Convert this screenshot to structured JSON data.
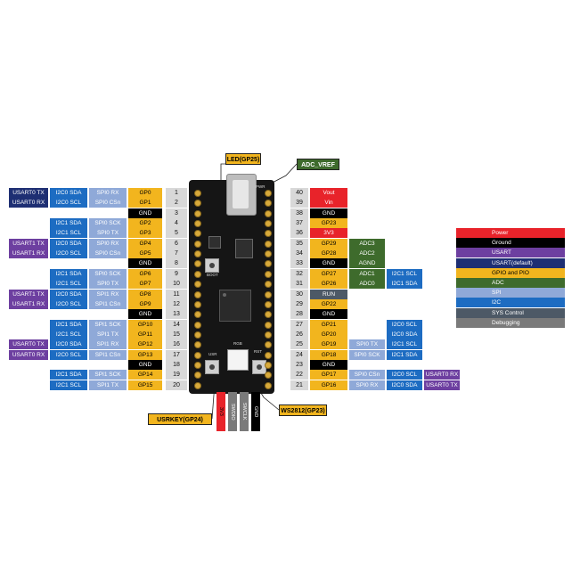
{
  "callouts": {
    "led": "LED(GP25)",
    "adc_vref": "ADC_VREF",
    "usrkey": "USRKEY(GP24)",
    "ws2812": "WS2812(GP23)"
  },
  "board_text": {
    "boot": "BOOT",
    "rst": "RST",
    "usr": "USR",
    "rgb": "RGB",
    "pwr": "PWR"
  },
  "bottom_pins": [
    "3V3",
    "SWDIO",
    "SWCLK",
    "GND"
  ],
  "legend": [
    {
      "label": "Power",
      "color": "#e8232a",
      "text_color": "#ffffff"
    },
    {
      "label": "Ground",
      "color": "#000000",
      "text_color": "#ffffff"
    },
    {
      "label": "USART",
      "color": "#6d3fa0",
      "text_color": "#ffffff"
    },
    {
      "label": "USART(default)",
      "color": "#1e2f73",
      "text_color": "#ffffff"
    },
    {
      "label": "GPIO and PIO",
      "color": "#f2b51e",
      "text_color": "#000000"
    },
    {
      "label": "ADC",
      "color": "#3e6b2c",
      "text_color": "#ffffff"
    },
    {
      "label": "SPI",
      "color": "#8fa9d8",
      "text_color": "#ffffff"
    },
    {
      "label": "I2C",
      "color": "#1d6cc2",
      "text_color": "#ffffff"
    },
    {
      "label": "SYS Control",
      "color": "#4d5966",
      "text_color": "#ffffff"
    },
    {
      "label": "Debugging",
      "color": "#7a7a7a",
      "text_color": "#ffffff"
    }
  ],
  "left_rows": [
    {
      "num": "1",
      "gp": "GP0",
      "spi": "SPI0 RX",
      "i2c": "I2C0 SDA",
      "uart": "USART0 TX",
      "uart_kind": "default"
    },
    {
      "num": "2",
      "gp": "GP1",
      "spi": "SPI0 CSn",
      "i2c": "I2C0 SCL",
      "uart": "USART0 RX",
      "uart_kind": "default"
    },
    {
      "num": "3",
      "gp": "GND",
      "spi": "",
      "i2c": "",
      "uart": "",
      "uart_kind": ""
    },
    {
      "num": "4",
      "gp": "GP2",
      "spi": "SPI0 SCK",
      "i2c": "I2C1 SDA",
      "uart": "",
      "uart_kind": ""
    },
    {
      "num": "5",
      "gp": "GP3",
      "spi": "SPI0 TX",
      "i2c": "I2C1 SCL",
      "uart": "",
      "uart_kind": ""
    },
    {
      "num": "6",
      "gp": "GP4",
      "spi": "SPI0 RX",
      "i2c": "I2C0 SDA",
      "uart": "USART1 TX",
      "uart_kind": "usart"
    },
    {
      "num": "7",
      "gp": "GP5",
      "spi": "SPI0 CSn",
      "i2c": "I2C0 SCL",
      "uart": "USART1 RX",
      "uart_kind": "usart"
    },
    {
      "num": "8",
      "gp": "GND",
      "spi": "",
      "i2c": "",
      "uart": "",
      "uart_kind": ""
    },
    {
      "num": "9",
      "gp": "GP6",
      "spi": "SPI0 SCK",
      "i2c": "I2C1 SDA",
      "uart": "",
      "uart_kind": ""
    },
    {
      "num": "10",
      "gp": "GP7",
      "spi": "SPI0 TX",
      "i2c": "I2C1 SCL",
      "uart": "",
      "uart_kind": ""
    },
    {
      "num": "11",
      "gp": "GP8",
      "spi": "SPI1 RX",
      "i2c": "I2C0 SDA",
      "uart": "USART1 TX",
      "uart_kind": "usart"
    },
    {
      "num": "12",
      "gp": "GP9",
      "spi": "SPI1 CSn",
      "i2c": "I2C0 SCL",
      "uart": "USART1 RX",
      "uart_kind": "usart"
    },
    {
      "num": "13",
      "gp": "GND",
      "spi": "",
      "i2c": "",
      "uart": "",
      "uart_kind": ""
    },
    {
      "num": "14",
      "gp": "GP10",
      "spi": "SPI1 SCK",
      "i2c": "I2C1 SDA",
      "uart": "",
      "uart_kind": ""
    },
    {
      "num": "15",
      "gp": "GP11",
      "spi": "SPI1 TX",
      "i2c": "I2C1 SCL",
      "uart": "",
      "uart_kind": ""
    },
    {
      "num": "16",
      "gp": "GP12",
      "spi": "SPI1 RX",
      "i2c": "I2C0 SDA",
      "uart": "USART0 TX",
      "uart_kind": "usart"
    },
    {
      "num": "17",
      "gp": "GP13",
      "spi": "SPI1 CSn",
      "i2c": "I2C0 SCL",
      "uart": "USART0 RX",
      "uart_kind": "usart"
    },
    {
      "num": "18",
      "gp": "GND",
      "spi": "",
      "i2c": "",
      "uart": "",
      "uart_kind": ""
    },
    {
      "num": "19",
      "gp": "GP14",
      "spi": "SPI1 SCK",
      "i2c": "I2C1 SDA",
      "uart": "",
      "uart_kind": ""
    },
    {
      "num": "20",
      "gp": "GP15",
      "spi": "SPI1 TX",
      "i2c": "I2C1 SCL",
      "uart": "",
      "uart_kind": ""
    }
  ],
  "right_rows": [
    {
      "num": "40",
      "name": "Vout",
      "kind": "power",
      "adc": "",
      "spi": "",
      "i2c": "",
      "uart": ""
    },
    {
      "num": "39",
      "name": "Vin",
      "kind": "power",
      "adc": "",
      "spi": "",
      "i2c": "",
      "uart": ""
    },
    {
      "num": "38",
      "name": "GND",
      "kind": "ground",
      "adc": "",
      "spi": "",
      "i2c": "",
      "uart": ""
    },
    {
      "num": "37",
      "name": "GP23",
      "kind": "gpio",
      "adc": "",
      "spi": "",
      "i2c": "",
      "uart": ""
    },
    {
      "num": "36",
      "name": "3V3",
      "kind": "power",
      "adc": "",
      "spi": "",
      "i2c": "",
      "uart": ""
    },
    {
      "num": "35",
      "name": "GP29",
      "kind": "gpio",
      "adc": "ADC3",
      "spi": "",
      "i2c": "",
      "uart": ""
    },
    {
      "num": "34",
      "name": "GP28",
      "kind": "gpio",
      "adc": "ADC2",
      "spi": "",
      "i2c": "",
      "uart": ""
    },
    {
      "num": "33",
      "name": "GND",
      "kind": "ground",
      "adc": "AGND",
      "spi": "",
      "i2c": "",
      "uart": ""
    },
    {
      "num": "32",
      "name": "GP27",
      "kind": "gpio",
      "adc": "ADC1",
      "spi": "",
      "i2c": "I2C1 SCL",
      "uart": ""
    },
    {
      "num": "31",
      "name": "GP26",
      "kind": "gpio",
      "adc": "ADC0",
      "spi": "",
      "i2c": "I2C1 SDA",
      "uart": ""
    },
    {
      "num": "30",
      "name": "RUN",
      "kind": "sys",
      "adc": "",
      "spi": "",
      "i2c": "",
      "uart": ""
    },
    {
      "num": "29",
      "name": "GP22",
      "kind": "gpio",
      "adc": "",
      "spi": "",
      "i2c": "",
      "uart": ""
    },
    {
      "num": "28",
      "name": "GND",
      "kind": "ground",
      "adc": "",
      "spi": "",
      "i2c": "",
      "uart": ""
    },
    {
      "num": "27",
      "name": "GP21",
      "kind": "gpio",
      "adc": "",
      "spi": "",
      "i2c": "I2C0 SCL",
      "uart": ""
    },
    {
      "num": "26",
      "name": "GP20",
      "kind": "gpio",
      "adc": "",
      "spi": "",
      "i2c": "I2C0 SDA",
      "uart": ""
    },
    {
      "num": "25",
      "name": "GP19",
      "kind": "gpio",
      "adc": "",
      "spi": "SPI0 TX",
      "i2c": "I2C1 SCL",
      "uart": ""
    },
    {
      "num": "24",
      "name": "GP18",
      "kind": "gpio",
      "adc": "",
      "spi": "SPI0 SCK",
      "i2c": "I2C1 SDA",
      "uart": ""
    },
    {
      "num": "23",
      "name": "GND",
      "kind": "ground",
      "adc": "",
      "spi": "",
      "i2c": "",
      "uart": ""
    },
    {
      "num": "22",
      "name": "GP17",
      "kind": "gpio",
      "adc": "",
      "spi": "SPI0 CSn",
      "i2c": "I2C0 SCL",
      "uart": "USART0 RX"
    },
    {
      "num": "21",
      "name": "GP16",
      "kind": "gpio",
      "adc": "",
      "spi": "SPI0 RX",
      "i2c": "I2C0 SDA",
      "uart": "USART0 TX"
    }
  ],
  "colors": {
    "power": "#e8232a",
    "ground": "#000000",
    "usart": "#6d3fa0",
    "usart_default": "#1e2f73",
    "gpio": "#f2b51e",
    "adc": "#3e6b2c",
    "spi": "#8fa9d8",
    "i2c": "#1d6cc2",
    "sys": "#4d5966",
    "debug": "#7a7a7a",
    "callout_gpio": "#f2b51e",
    "callout_adc": "#3e6b2c"
  }
}
